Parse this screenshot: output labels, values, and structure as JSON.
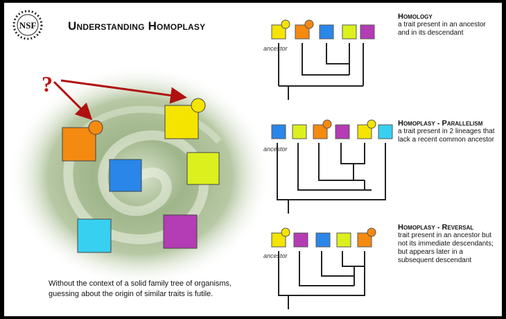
{
  "logo_text": "NSF",
  "title": "Understanding Homoplasy",
  "caption": "Without the context of a solid family tree of organisms, guessing about the origin of similar traits is futile.",
  "question_mark": "?",
  "colors": {
    "yellow": "#f4e400",
    "orange": "#f58a10",
    "blue": "#2a86e8",
    "lime": "#dcf01e",
    "purple": "#b43cb4",
    "cyan": "#38d0f0",
    "arrow": "#b01010"
  },
  "panels": [
    {
      "heading": "Homology",
      "description": "a trait present in an ancestor and in its descendant",
      "ancestor_label": "ancestor"
    },
    {
      "heading": "Homoplasy - Parallelism",
      "description": "a trait present in 2 lineages that lack a recent common ancestor",
      "ancestor_label": "ancestor"
    },
    {
      "heading": "Homoplasy - Reversal",
      "description": "trait present in an ancestor but not its immediate descendants; but appears later in a subsequent descendant",
      "ancestor_label": "ancestor"
    }
  ]
}
